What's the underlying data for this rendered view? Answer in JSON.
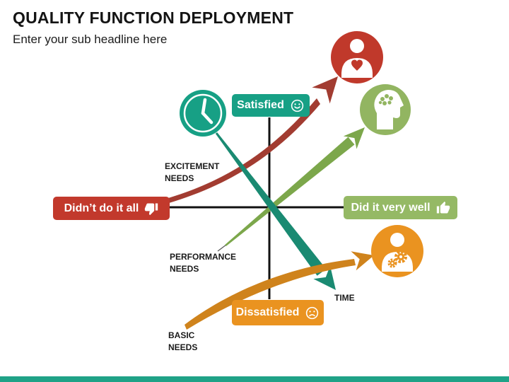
{
  "slide": {
    "title": "QUALITY FUNCTION DEPLOYMENT",
    "subtitle": "Enter your sub headline here"
  },
  "colors": {
    "teal": "#17a085",
    "teal_arrow": "#1a8a72",
    "red": "#c0392b",
    "red_arrow": "#a23c31",
    "green": "#92b561",
    "green_arrow": "#7ca74b",
    "orange": "#ea9320",
    "orange_arrow": "#cf831c",
    "axis": "#111111",
    "footer_bar": "#1fa287"
  },
  "diagram": {
    "quadrant_labels": {
      "top": "Satisfied",
      "bottom": "Dissatisfied",
      "left": "Didn’t do it all",
      "right": "Did it very well"
    },
    "curve_labels": {
      "excitement": "EXCITEMENT NEEDS",
      "performance": "PERFORMANCE NEEDS",
      "basic": "BASIC NEEDS",
      "time": "TIME"
    },
    "icons": {
      "top_left": "clock-icon",
      "top_right": "customer-heart-icon",
      "right": "brain-head-icon",
      "bottom_right": "worker-gears-icon",
      "left_pill": "thumbs-down-icon",
      "right_pill": "thumbs-up-icon",
      "top_pill": "smiley-face-icon",
      "bottom_pill": "sad-face-icon"
    }
  }
}
